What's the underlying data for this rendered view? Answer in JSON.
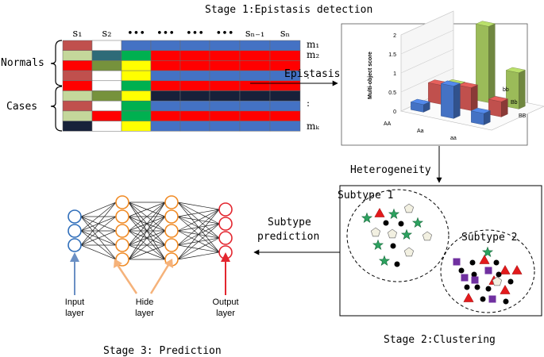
{
  "stages": {
    "stage1": "Stage 1:Epistasis detection",
    "stage2": "Stage 2:Clustering",
    "stage3": "Stage 3: Prediction"
  },
  "matrix": {
    "col_headers": [
      "s₁",
      "s₂",
      "•••",
      "•••",
      "•••",
      "•••",
      "sₙ₋₁",
      "sₙ"
    ],
    "row_labels": [
      "m₁",
      "m₂",
      ":",
      ":",
      "mₖ"
    ],
    "group_normals": "Normals",
    "group_cases": "Cases",
    "colors": {
      "red": "#ff0000",
      "blue": "#4472c4",
      "green": "#00b050",
      "yellow": "#ffff00",
      "white": "#ffffff",
      "navy": "#17213a",
      "teal": "#2e6b78",
      "olive": "#76923c",
      "lightgreen": "#c4d79b",
      "brick": "#c0504d"
    },
    "rows": [
      [
        "brick",
        "white",
        "blue",
        "blue",
        "blue",
        "blue",
        "blue",
        "blue"
      ],
      [
        "lightgreen",
        "teal",
        "green",
        "red",
        "red",
        "red",
        "red",
        "red"
      ],
      [
        "red",
        "olive",
        "yellow",
        "red",
        "red",
        "red",
        "red",
        "red"
      ],
      [
        "brick",
        "white",
        "yellow",
        "blue",
        "blue",
        "blue",
        "blue",
        "blue"
      ],
      [
        "red",
        "white",
        "green",
        "red",
        "red",
        "red",
        "red",
        "red"
      ],
      [
        "lightgreen",
        "olive",
        "yellow",
        "navy",
        "navy",
        "navy",
        "navy",
        "navy"
      ],
      [
        "brick",
        "white",
        "green",
        "blue",
        "blue",
        "blue",
        "blue",
        "blue"
      ],
      [
        "lightgreen",
        "red",
        "green",
        "red",
        "red",
        "red",
        "red",
        "red"
      ],
      [
        "navy",
        "white",
        "yellow",
        "blue",
        "blue",
        "blue",
        "blue",
        "blue"
      ]
    ]
  },
  "chart3d": {
    "ylabel": "Multi-object score",
    "y_ticks": [
      "0",
      "0.5",
      "1",
      "1.5",
      "2"
    ],
    "x_labels": [
      "AA",
      "Aa",
      "aa"
    ],
    "depth_labels": [
      "BB",
      "Bb",
      "bb"
    ],
    "series_colors": [
      "#4472c4",
      "#c0504d",
      "#9bbb59"
    ],
    "bars": [
      {
        "x": "AA",
        "depth": "BB",
        "value": 0.2
      },
      {
        "x": "Aa",
        "depth": "BB",
        "value": 0.85
      },
      {
        "x": "aa",
        "depth": "BB",
        "value": 0.3
      },
      {
        "x": "AA",
        "depth": "Bb",
        "value": 0.5
      },
      {
        "x": "Aa",
        "depth": "Bb",
        "value": 0.6
      },
      {
        "x": "aa",
        "depth": "Bb",
        "value": 0.4
      },
      {
        "x": "AA",
        "depth": "bb",
        "value": 0.3
      },
      {
        "x": "Aa",
        "depth": "bb",
        "value": 2.0
      },
      {
        "x": "aa",
        "depth": "bb",
        "value": 0.95
      }
    ]
  },
  "arrows": {
    "epistasis": "Epistasis",
    "heterogeneity": "Heterogeneity",
    "subtype_prediction_line1": "Subtype",
    "subtype_prediction_line2": "prediction"
  },
  "clusters": {
    "subtype1": "Subtype 1",
    "subtype2": "Subtype 2",
    "colors": {
      "star": "#2ca25f",
      "triangle": "#e31a1c",
      "pentagon": "#f2f0e1",
      "dot": "#000000",
      "square": "#7030a0"
    }
  },
  "network": {
    "layers": [
      3,
      5,
      5,
      4
    ],
    "input_color": "#2f6eba",
    "hidden_color": "#f08a24",
    "output_color": "#e3262f",
    "label_input": "Input layer",
    "label_hide": "Hide layer",
    "label_output": "Output layer",
    "arrow_input_color": "#6a8fc4",
    "arrow_hide_color": "#f5b27a",
    "arrow_output_color": "#e3262f"
  }
}
